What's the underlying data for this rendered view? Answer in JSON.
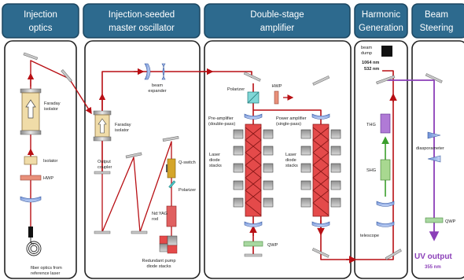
{
  "colors": {
    "header": "#2d6a8e",
    "beam_red": "#b80f14",
    "beam_green": "#3a9e2c",
    "beam_purple": "#8b3fb8",
    "crystal": "#e44a4a",
    "panel_border": "#222222"
  },
  "sections": [
    {
      "title_lines": [
        "Injection",
        "optics"
      ]
    },
    {
      "title_lines": [
        "Injection-seeded",
        "master oscillator"
      ]
    },
    {
      "title_lines": [
        "Double-stage",
        "amplifier"
      ]
    },
    {
      "title_lines": [
        "Harmonic",
        "Generation"
      ]
    },
    {
      "title_lines": [
        "Beam",
        "Steering"
      ]
    }
  ],
  "labels": {
    "faraday_isolator_1": [
      "Faraday",
      "isolator"
    ],
    "isolator": "Isolator",
    "hwp_1": "HWP",
    "fiber_optics": [
      "fiber optics from",
      "reference laser"
    ],
    "beam_expander": [
      "beam",
      "expander"
    ],
    "faraday_isolator_2": [
      "Faraday",
      "isolator"
    ],
    "output_coupler": [
      "Output",
      "coupler"
    ],
    "q_switch": "Q-switch",
    "polarizer_osc": "Polarizer",
    "nd_yag_rod": [
      "Nd:YAG",
      "rod"
    ],
    "redundant_pump": [
      "Redundant pump",
      "diode stacks"
    ],
    "polarizer_amp": "Polarizer",
    "hwp_2": "HWP",
    "pre_amplifier": [
      "Pre-amplifier",
      "(double-pass)"
    ],
    "power_amplifier": [
      "Power amplifier",
      "(single-pass)"
    ],
    "laser_diode_stacks_1": [
      "Laser",
      "diode",
      "stacks"
    ],
    "laser_diode_stacks_2": [
      "Laser",
      "diode",
      "stacks"
    ],
    "qwp_1": "QWP",
    "beam_dump": [
      "beam",
      "dump"
    ],
    "wl_1064": "1064 nm",
    "wl_532": "532 nm",
    "thg": "THG",
    "shg": "SHG",
    "telescope": "telescope",
    "diasporameter": "diasporameter",
    "qwp_2": "QWP",
    "uv_output": "UV output",
    "wl_355": "355 nm"
  }
}
